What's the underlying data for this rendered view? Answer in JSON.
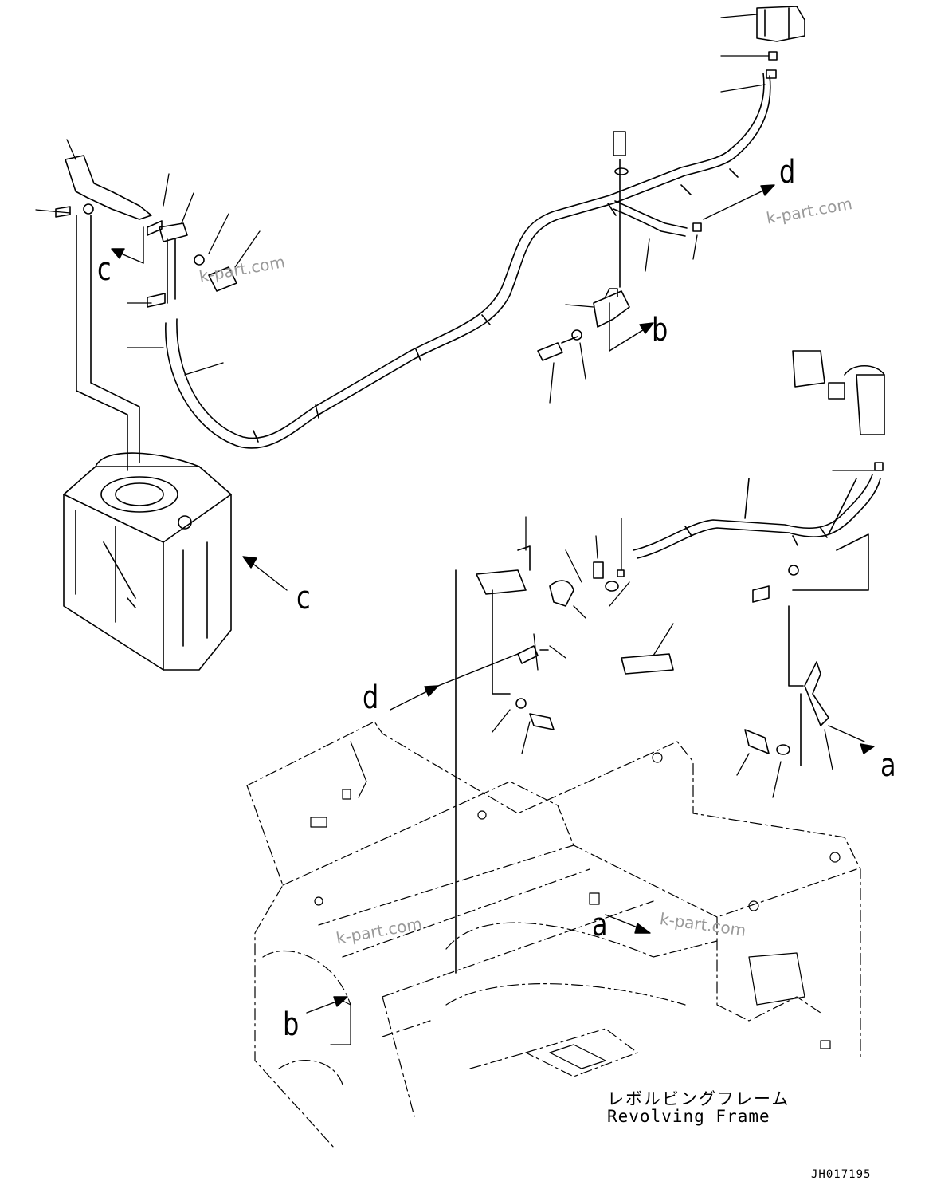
{
  "callouts": {
    "a1": "a",
    "a2": "a",
    "b1": "b",
    "b2": "b",
    "c1": "c",
    "c2": "c",
    "d1": "d",
    "d2": "d"
  },
  "frame_label": {
    "japanese": "レボルビングフレーム",
    "english": "Revolving Frame"
  },
  "drawing_code": "JH017195",
  "watermark": "k-part.com"
}
